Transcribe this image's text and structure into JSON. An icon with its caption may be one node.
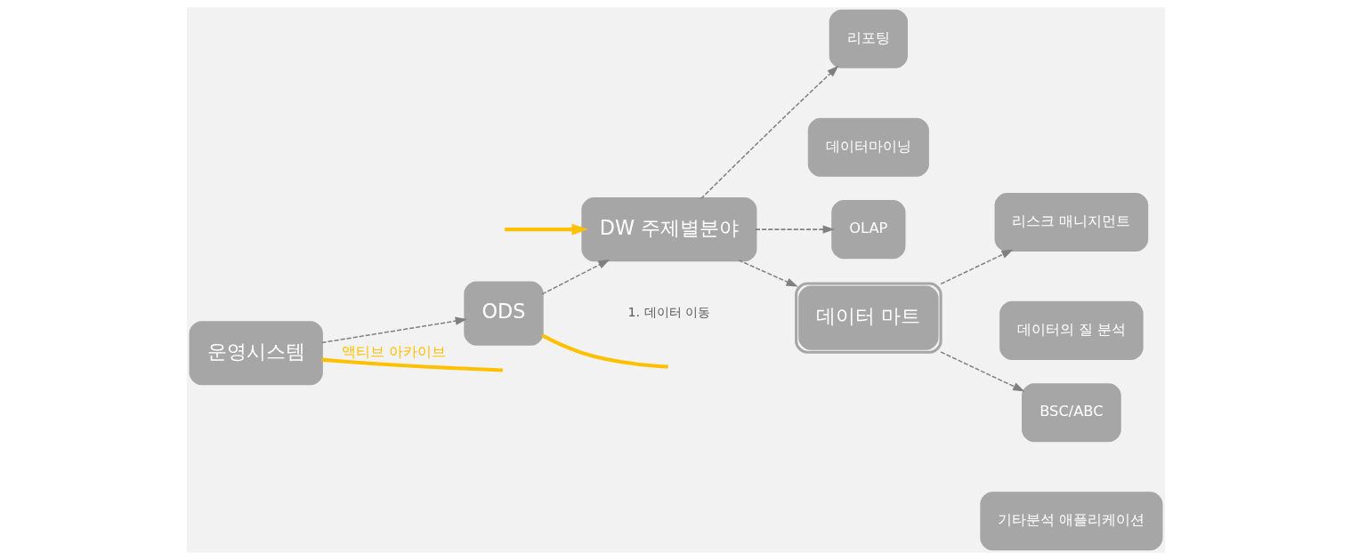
{
  "diagram": {
    "nodes": [
      {
        "text": [
          "운영시스템"
        ]
      },
      {
        "text": [
          "ODS"
        ]
      },
      {
        "text": [
          "DW 주제별분야"
        ]
      },
      {
        "text": [
          "리포팅"
        ]
      },
      {
        "text": [
          "데이터마이닝"
        ]
      },
      {
        "text": [
          "OLAP"
        ]
      },
      {
        "text": [
          "데이터 마트"
        ]
      },
      {
        "text": [
          "리스크 매니지먼트"
        ]
      },
      {
        "text": [
          "데이터의 질 분석"
        ]
      },
      {
        "text": [
          "BSC/ABC"
        ]
      },
      {
        "text": [
          "기타분석 애플리케이션"
        ]
      }
    ],
    "edges": [
      {
        "from": 0,
        "to": 1,
        "arrow": "to",
        "style": "dashed"
      },
      {
        "from": 1,
        "to": 2,
        "arrow": "to",
        "style": "dashed"
      },
      {
        "from": 2,
        "to": 3,
        "arrow": "to",
        "style": "dashed"
      },
      {
        "from": 2,
        "to": 5,
        "arrow": "to",
        "style": "dashed"
      },
      {
        "from": 2,
        "to": 6,
        "arrow": "to",
        "style": "dashed"
      },
      {
        "from": 6,
        "to": 7,
        "arrow": "to",
        "style": "dashed"
      },
      {
        "from": 6,
        "to": 9,
        "arrow": "to",
        "style": "dashed"
      },
      {
        "from": 0,
        "to": null,
        "arrow": "none",
        "style": "thick",
        "color": "#ffc000",
        "label": "액티브 아카이브"
      },
      {
        "from": 1,
        "to": null,
        "arrow": "none",
        "style": "thick",
        "color": "#ffc000"
      },
      {
        "from": null,
        "to": 2,
        "arrow": "to",
        "style": "thick",
        "color": "#ffc000"
      }
    ],
    "labels": [
      "1. 데이터 이동"
    ]
  }
}
